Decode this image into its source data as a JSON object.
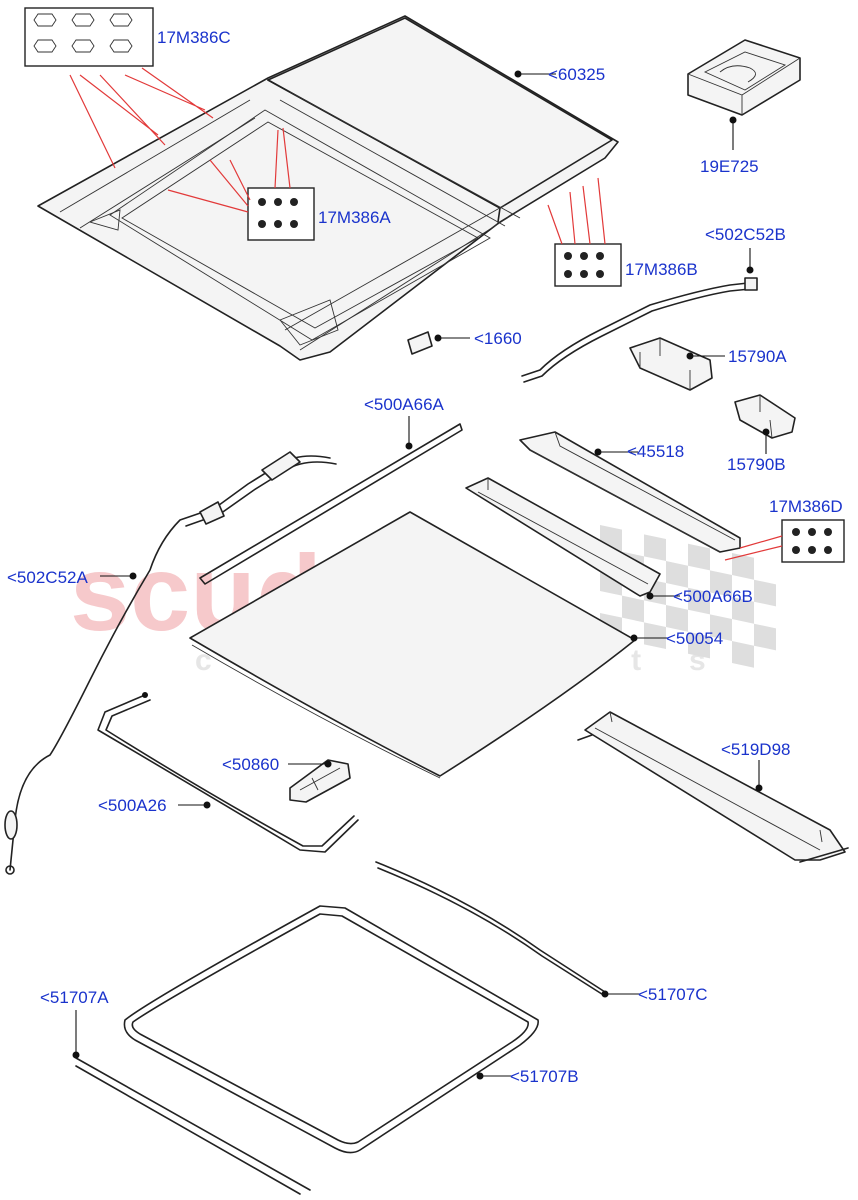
{
  "watermark": {
    "brand": "scuderia",
    "tagline": "car parts",
    "color": "#f6c9cb",
    "checker_color": "#d8d8d8"
  },
  "colors": {
    "label": "#1a33cc",
    "line": "#222222",
    "red_leader": "#e23a3a"
  },
  "callouts": {
    "c17M386C": "17M386C",
    "c60325": "<60325",
    "c19E725": "19E725",
    "c17M386A": "17M386A",
    "c17M386B": "17M386B",
    "c502C52B": "<502C52B",
    "c1660": "<1660",
    "c15790A": "15790A",
    "c15790B": "15790B",
    "c500A66A": "<500A66A",
    "c45518": "<45518",
    "c17M386D": "17M386D",
    "c502C52A": "<502C52A",
    "c500A66B": "<500A66B",
    "c50054": "<50054",
    "c519D98": "<519D98",
    "c50860": "<50860",
    "c500A26": "<500A26",
    "c51707C": "<51707C",
    "c51707A": "<51707A",
    "c51707B": "<51707B"
  }
}
